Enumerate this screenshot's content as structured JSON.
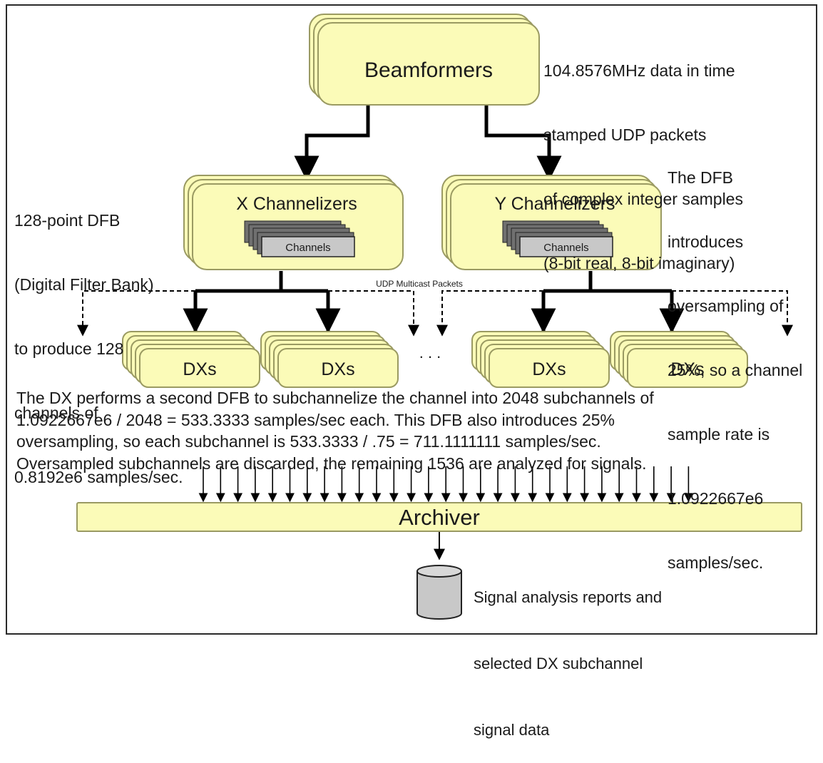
{
  "nodes": {
    "beamformers": "Beamformers",
    "x_channelizers": "X Channelizers",
    "y_channelizers": "Y Channelizers",
    "channels_x": "Channels",
    "channels_y": "Channels",
    "dx": [
      "DXs",
      "DXs",
      "DXs",
      "DXs"
    ],
    "ellipsis": ". . .",
    "archiver": "Archiver"
  },
  "labels": {
    "multicast": "UDP Multicast Packets"
  },
  "notes": {
    "beamformer_output": [
      "104.8576MHz data in time",
      "stamped UDP packets",
      "of complex integer samples",
      "(8-bit real, 8-bit imaginary)"
    ],
    "dfb_left": [
      "128-point DFB",
      "(Digital Filter Bank)",
      "to produce 128",
      "channels of",
      "0.8192e6 samples/sec."
    ],
    "dfb_right": [
      "The DFB",
      "introduces",
      "oversampling of",
      "25%, so a channel",
      "sample rate is",
      "1.0922667e6",
      "samples/sec."
    ],
    "dx_paragraph": [
      "The DX performs a second DFB to subchannelize the channel into 2048 subchannels of",
      "1.0922667e6 / 2048 = 533.3333 samples/sec each. This DFB also introduces 25%",
      "oversampling, so each subchannel is 533.3333 / .75 = 711.1111111 samples/sec.",
      "Oversampled subchannels are discarded, the remaining 1536 are analyzed for signals."
    ],
    "archive_output": [
      "Signal analysis reports and",
      "selected DX subchannel",
      "signal data"
    ]
  },
  "colors": {
    "box_fill": "#fbfbb8",
    "box_stroke": "#9a9a62",
    "channels_fill": "#c8c8c8",
    "channels_back": "#707070",
    "line": "#000000"
  }
}
